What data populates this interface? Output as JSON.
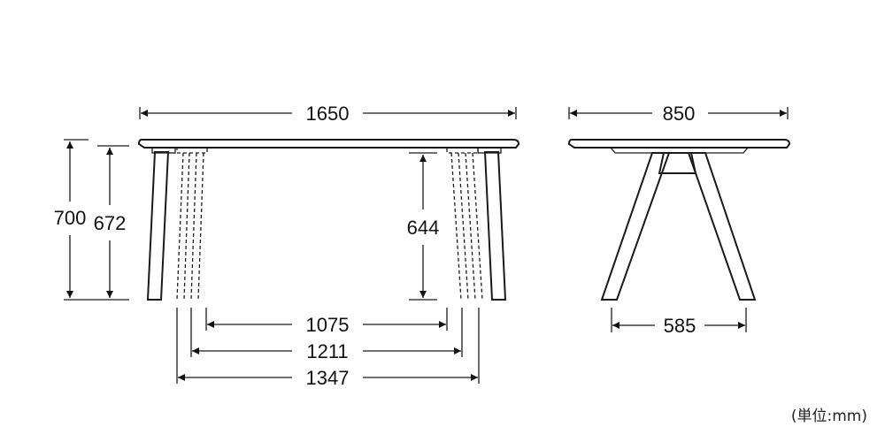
{
  "dimensions": {
    "front_width": "1650",
    "side_depth": "850",
    "total_height": "700",
    "under_top_height": "672",
    "clearance_height": "644",
    "leg_inner_span": "1075",
    "leg_mid_span": "1211",
    "leg_outer_span": "1347",
    "side_leg_span": "585"
  },
  "unit_note": "(単位:mm)"
}
